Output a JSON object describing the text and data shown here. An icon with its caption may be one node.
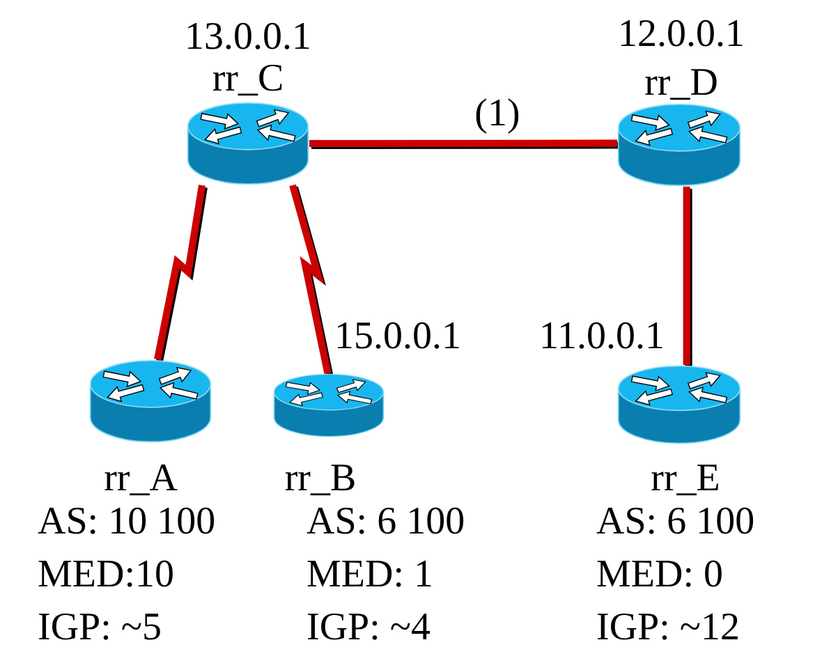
{
  "diagram": {
    "nodes": [
      {
        "text": [
          "rr_C"
        ],
        "beside": [
          "13.0.0.1"
        ]
      },
      {
        "text": [
          "rr_D"
        ],
        "beside": [
          "12.0.0.1"
        ]
      },
      {
        "text": [
          "rr_A"
        ],
        "beside": [
          "AS: 10 100",
          "MED:10",
          "IGP: ~5"
        ]
      },
      {
        "text": [
          "rr_B"
        ],
        "beside": [
          "15.0.0.1",
          "AS: 6 100",
          "MED: 1",
          "IGP: ~4"
        ]
      },
      {
        "text": [
          "rr_E"
        ],
        "beside": [
          "11.0.0.1",
          "AS: 6 100",
          "MED: 0",
          "IGP: ~12"
        ]
      }
    ],
    "edges": [
      {
        "from": 0,
        "to": 1,
        "arrow": "none",
        "label": "(1)"
      },
      {
        "from": 0,
        "to": 2,
        "arrow": "none"
      },
      {
        "from": 0,
        "to": 3,
        "arrow": "none"
      },
      {
        "from": 1,
        "to": 4,
        "arrow": "none"
      }
    ]
  }
}
